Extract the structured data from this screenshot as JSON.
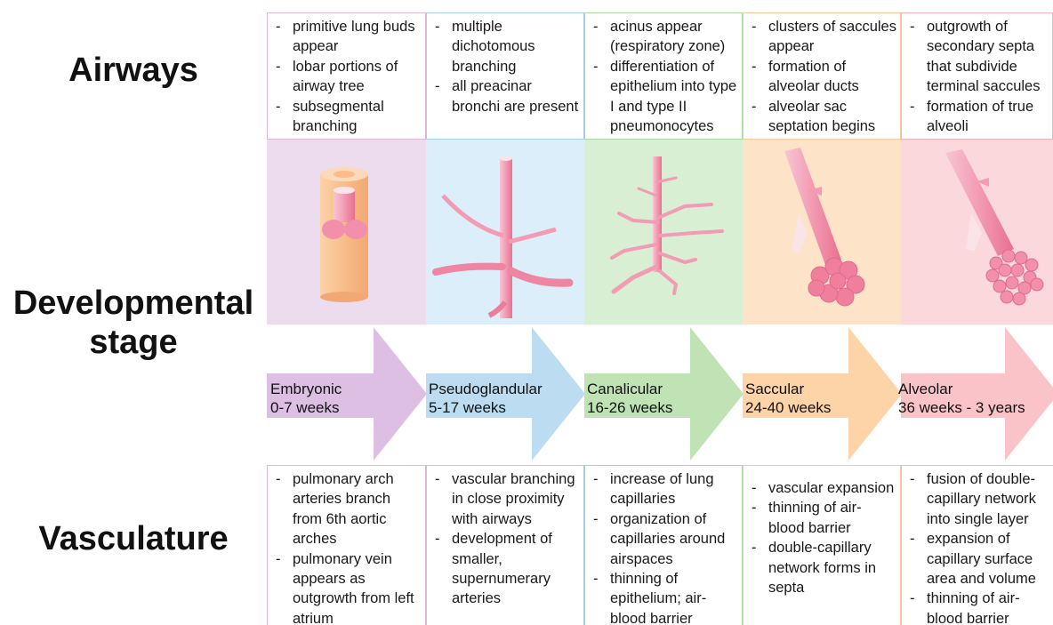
{
  "row_labels": {
    "airways": "Airways",
    "developmental_line1": "Developmental",
    "developmental_line2": "stage",
    "vasculature": "Vasculature"
  },
  "stages": [
    {
      "name": "Embryonic",
      "period": "0-7 weeks",
      "colors": {
        "fill": "#ecdcee",
        "arrow": "#dcbfe3",
        "border": "#e0b8d6"
      },
      "airways": [
        "primitive lung buds appear",
        "lobar portions of airway tree",
        "subsegmental branching"
      ],
      "vasculature": [
        "pulmonary arch arteries branch from 6th aortic arches",
        "pulmonary vein appears as outgrowth from left atrium"
      ]
    },
    {
      "name": "Pseudoglandular",
      "period": "5-17 weeks",
      "colors": {
        "fill": "#dceefa",
        "arrow": "#bcdcf2",
        "border": "#a8cfe8"
      },
      "airways": [
        "multiple dichotomous branching",
        "all preacinar bronchi are present"
      ],
      "vasculature": [
        "vascular branching in close proximity with airways",
        "development of smaller, supernumerary arteries"
      ]
    },
    {
      "name": "Canalicular",
      "period": "16-26 weeks",
      "colors": {
        "fill": "#d9efd4",
        "arrow": "#bfe3b5",
        "border": "#a9d99e"
      },
      "airways": [
        "acinus appear (respiratory zone)",
        "differentiation of epithelium into type I and type II pneumonocytes"
      ],
      "vasculature": [
        "increase of lung capillaries",
        "organization of capillaries around airspaces",
        "thinning of epithelium; air-blood barrier"
      ]
    },
    {
      "name": "Saccular",
      "period": "24-40 weeks",
      "colors": {
        "fill": "#fde3c8",
        "arrow": "#fdd3a8",
        "border": "#f7c9a0"
      },
      "airways": [
        "clusters of saccules appear",
        "formation of alveolar ducts",
        "alveolar sac septation begins"
      ],
      "vasculature": [
        "vascular expansion",
        "thinning of air-blood barrier",
        "double-capillary network forms in septa"
      ]
    },
    {
      "name": "Alveolar",
      "period": "36 weeks - 3 years",
      "colors": {
        "fill": "#fbd8dc",
        "arrow": "#f9c3c7",
        "border": "#f4b3bb"
      },
      "airways": [
        "outgrowth of secondary septa that subdivide terminal saccules",
        "formation of true alveoli"
      ],
      "vasculature": [
        "fusion of double-capillary network into single layer",
        "expansion of capillary surface area and volume",
        "thinning of air-blood barrier"
      ]
    }
  ]
}
